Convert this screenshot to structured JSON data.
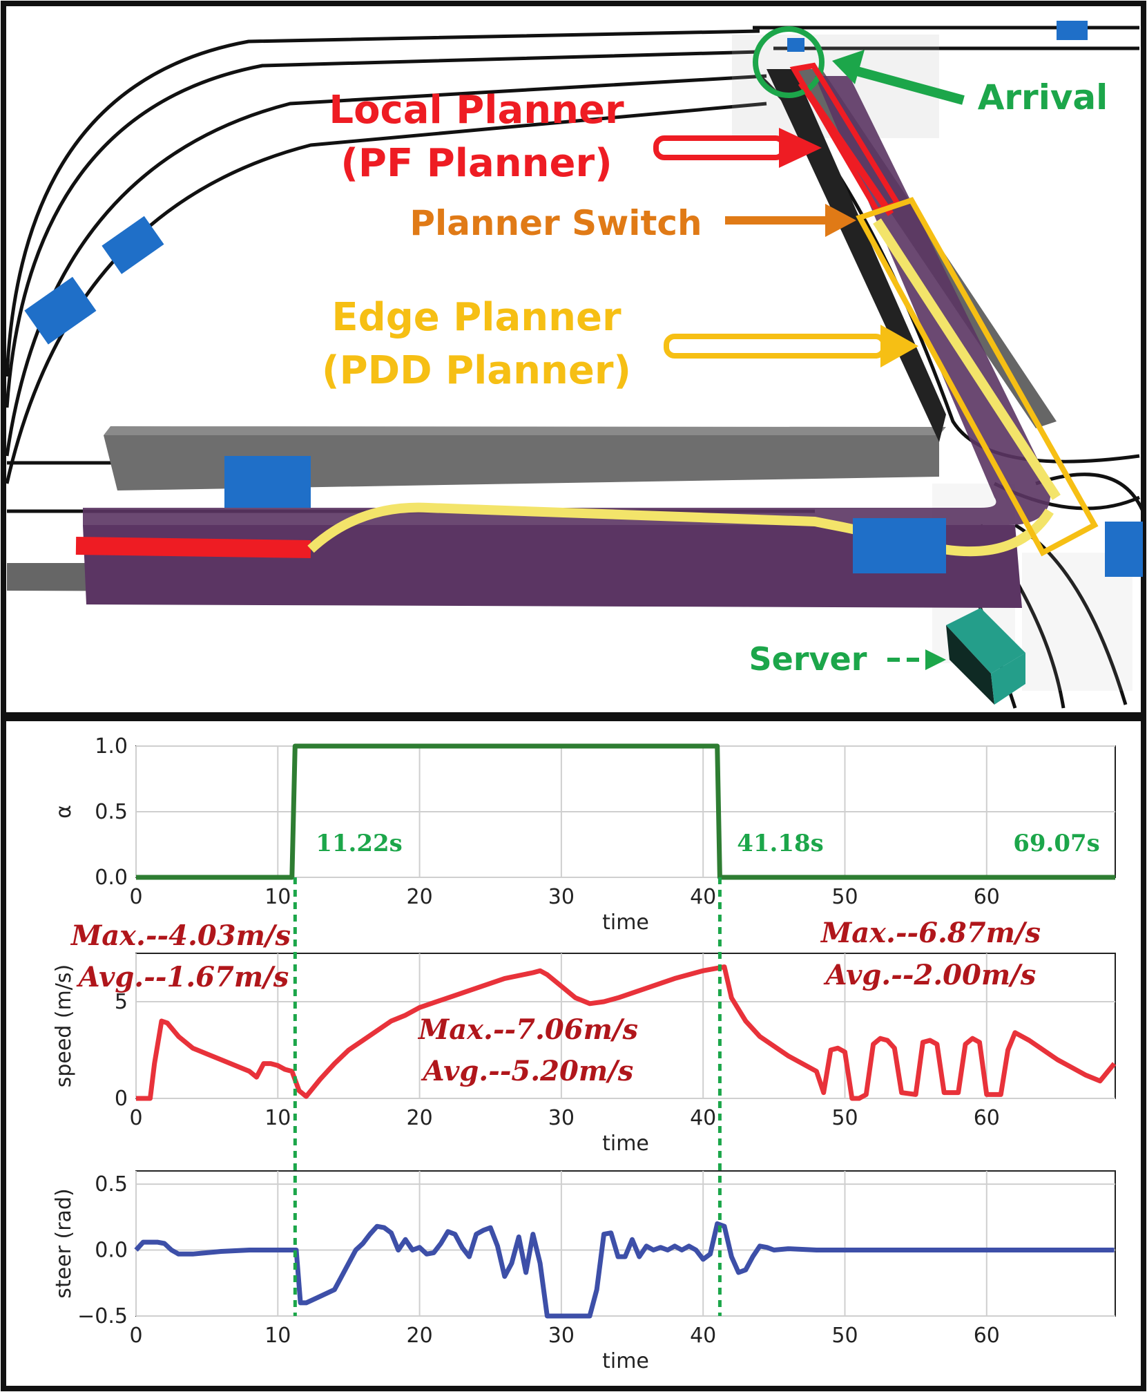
{
  "scene": {
    "labels": {
      "local_planner_line1": "Local Planner",
      "local_planner_line2": "(PF Planner)",
      "planner_switch": "Planner Switch",
      "edge_planner_line1": "Edge Planner",
      "edge_planner_line2": "(PDD Planner)",
      "arrival": "Arrival",
      "server": "Server"
    },
    "colors": {
      "local": "#ee1c23",
      "switch": "#e07a16",
      "edge": "#f6bf14",
      "arrival": "#1ca64a",
      "server": "#1ca64a",
      "lane": "#5b3563",
      "wall": "#6e6e6e",
      "car": "#1f6fc8",
      "server_box": "#249e8a"
    }
  },
  "chart_data": [
    {
      "type": "line",
      "ylabel": "α",
      "xlabel": "time",
      "xlim": [
        0,
        69.07
      ],
      "ylim": [
        0,
        1.0
      ],
      "xticks": [
        "0",
        "10",
        "20",
        "30",
        "40",
        "50",
        "60"
      ],
      "xtick_values": [
        0,
        10,
        20,
        30,
        40,
        50,
        60
      ],
      "yticks": [
        "0.0",
        "0.5",
        "1.0"
      ],
      "ytick_values": [
        0,
        0.5,
        1.0
      ],
      "grid": true,
      "color": "#2e7d32",
      "series": [
        {
          "x": [
            0,
            11.0,
            11.22,
            41.0,
            41.18,
            69.07
          ],
          "y": [
            0,
            0,
            1,
            1,
            0,
            0
          ]
        }
      ],
      "annotations": [
        "11.22s",
        "41.18s",
        "69.07s"
      ]
    },
    {
      "type": "line",
      "ylabel": "speed (m/s)",
      "xlabel": "time",
      "xlim": [
        0,
        69.07
      ],
      "ylim": [
        0,
        7.5
      ],
      "xticks": [
        "0",
        "10",
        "20",
        "30",
        "40",
        "50",
        "60"
      ],
      "xtick_values": [
        0,
        10,
        20,
        30,
        40,
        50,
        60
      ],
      "yticks": [
        "0",
        "5"
      ],
      "ytick_values": [
        0,
        5
      ],
      "grid": true,
      "color": "#e8323a",
      "series": [
        {
          "x": [
            0,
            1.0,
            1.3,
            1.8,
            2.2,
            3,
            4,
            5,
            6,
            7,
            8,
            8.5,
            9,
            9.5,
            10,
            10.5,
            11,
            11.5,
            12,
            13,
            14,
            15,
            16,
            17,
            18,
            19,
            20,
            22,
            24,
            26,
            28,
            28.5,
            29,
            30,
            31,
            32,
            33,
            34,
            36,
            38,
            40,
            41.5,
            42,
            43,
            44,
            46,
            48,
            48.5,
            49,
            49.5,
            50,
            50.5,
            51,
            51.5,
            52,
            52.5,
            53,
            53.5,
            54,
            55,
            55.5,
            56,
            56.5,
            57,
            58,
            58.5,
            59,
            59.5,
            60,
            61,
            61.5,
            62,
            63,
            64,
            65,
            66,
            67,
            68,
            69
          ],
          "y": [
            0,
            0,
            1.8,
            4.0,
            3.9,
            3.2,
            2.6,
            2.3,
            2.0,
            1.7,
            1.4,
            1.1,
            1.8,
            1.8,
            1.7,
            1.5,
            1.4,
            0.4,
            0.1,
            1.0,
            1.8,
            2.5,
            3.0,
            3.5,
            4.0,
            4.3,
            4.7,
            5.2,
            5.7,
            6.2,
            6.5,
            6.6,
            6.4,
            5.8,
            5.2,
            4.9,
            5.0,
            5.2,
            5.7,
            6.2,
            6.6,
            6.8,
            5.2,
            4.0,
            3.2,
            2.2,
            1.4,
            0.3,
            2.5,
            2.6,
            2.4,
            0,
            0,
            0.2,
            2.8,
            3.1,
            3.0,
            2.6,
            0.3,
            0.2,
            2.9,
            3.0,
            2.8,
            0.3,
            0.3,
            2.8,
            3.1,
            2.9,
            0.2,
            0.2,
            2.5,
            3.4,
            3.0,
            2.5,
            2.0,
            1.6,
            1.2,
            0.9,
            1.8
          ]
        }
      ],
      "annotations": [
        "Max.--4.03m/s",
        "Avg.--1.67m/s",
        "Max.--7.06m/s",
        "Avg.--5.20m/s",
        "Max.--6.87m/s",
        "Avg.--2.00m/s"
      ]
    },
    {
      "type": "line",
      "ylabel": "steer (rad)",
      "xlabel": "time",
      "xlim": [
        0,
        69.07
      ],
      "ylim": [
        -0.5,
        0.6
      ],
      "xticks": [
        "0",
        "10",
        "20",
        "30",
        "40",
        "50",
        "60"
      ],
      "xtick_values": [
        0,
        10,
        20,
        30,
        40,
        50,
        60
      ],
      "yticks": [
        "−0.5",
        "0.0",
        "0.5"
      ],
      "ytick_values": [
        -0.5,
        0.0,
        0.5
      ],
      "grid": true,
      "color": "#3d4fa8",
      "series": [
        {
          "x": [
            0,
            0.5,
            1,
            1.5,
            2,
            2.5,
            3,
            4,
            5,
            6,
            8,
            10,
            11.3,
            11.6,
            12,
            13,
            14,
            14.5,
            15,
            15.5,
            16,
            16.5,
            17,
            17.5,
            18,
            18.5,
            19,
            19.5,
            20,
            20.5,
            21,
            21.5,
            22,
            22.5,
            23,
            23.5,
            24,
            24.5,
            25,
            25.5,
            26,
            26.5,
            27,
            27.5,
            28,
            28.5,
            29,
            29.5,
            30,
            31,
            32,
            32.5,
            33,
            33.5,
            34,
            34.5,
            35,
            35.5,
            36,
            36.5,
            37,
            37.5,
            38,
            38.5,
            39,
            39.5,
            40,
            40.5,
            41,
            41.5,
            42,
            42.5,
            43,
            43.5,
            44,
            44.5,
            45,
            46,
            48,
            50,
            55,
            60,
            65,
            69
          ],
          "y": [
            0,
            0.06,
            0.06,
            0.06,
            0.05,
            0,
            -0.03,
            -0.03,
            -0.02,
            -0.01,
            0,
            0,
            0,
            -0.4,
            -0.4,
            -0.35,
            -0.3,
            -0.2,
            -0.1,
            0.0,
            0.05,
            0.12,
            0.18,
            0.17,
            0.13,
            0.0,
            0.08,
            0.0,
            0.02,
            -0.03,
            -0.02,
            0.05,
            0.14,
            0.12,
            0.02,
            -0.05,
            0.12,
            0.15,
            0.17,
            0.03,
            -0.2,
            -0.1,
            0.1,
            -0.17,
            0.12,
            -0.1,
            -0.5,
            -0.5,
            -0.5,
            -0.5,
            -0.5,
            -0.3,
            0.12,
            0.13,
            -0.05,
            -0.05,
            0.08,
            -0.05,
            0.03,
            0.0,
            0.02,
            0.0,
            0.03,
            0.0,
            0.03,
            0.0,
            -0.07,
            -0.03,
            0.2,
            0.18,
            -0.05,
            -0.17,
            -0.15,
            -0.05,
            0.03,
            0.02,
            0.0,
            0.01,
            0.0,
            0.0,
            0.0,
            0.0,
            0.0,
            0.0
          ]
        }
      ]
    }
  ]
}
